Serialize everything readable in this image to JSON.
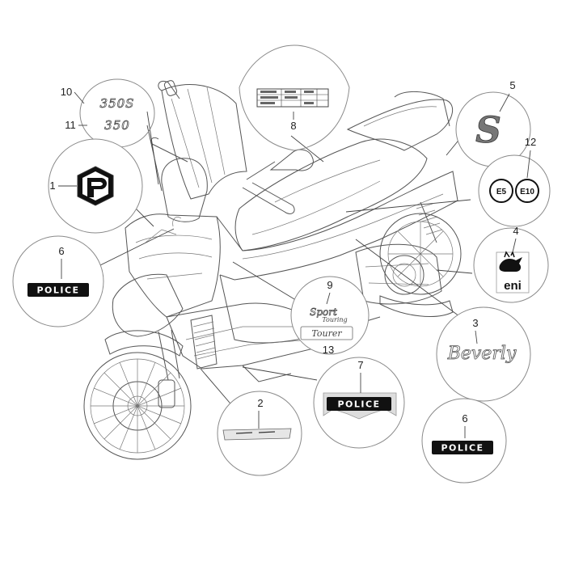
{
  "callouts": [
    {
      "id": "1",
      "label": "1"
    },
    {
      "id": "2",
      "label": "2"
    },
    {
      "id": "3",
      "label": "3"
    },
    {
      "id": "4",
      "label": "4"
    },
    {
      "id": "5",
      "label": "5"
    },
    {
      "id": "6a",
      "label": "6"
    },
    {
      "id": "6b",
      "label": "6"
    },
    {
      "id": "7",
      "label": "7"
    },
    {
      "id": "8",
      "label": "8"
    },
    {
      "id": "9",
      "label": "9"
    },
    {
      "id": "10",
      "label": "10"
    },
    {
      "id": "11",
      "label": "11"
    },
    {
      "id": "12",
      "label": "12"
    },
    {
      "id": "13",
      "label": "13"
    }
  ],
  "decals": {
    "police": "POLICE",
    "eni": "eni",
    "e5": "E5",
    "e10": "E10",
    "model_350s": "350S",
    "model_350": "350",
    "beverly": "Beverly",
    "sport": "Sport",
    "touring": "Touring",
    "tourer": "Tourer",
    "s_letter": "S"
  },
  "colors": {
    "line": "#555555",
    "circle_border": "#8a8a8a",
    "badge_black": "#111111",
    "badge_text": "#ffffff"
  }
}
